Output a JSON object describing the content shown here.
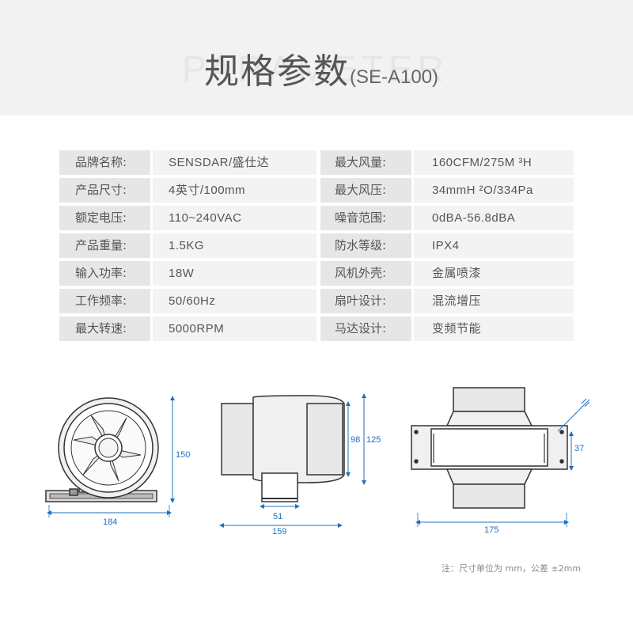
{
  "header": {
    "title": "规格参数",
    "model": "(SE-A100)",
    "watermark": "PARAMETER"
  },
  "specs": [
    {
      "label1": "品牌名称:",
      "value1": "SENSDAR/盛仕达",
      "label2": "最大风量:",
      "value2": "160CFM/275M ³H"
    },
    {
      "label1": "产品尺寸:",
      "value1": "4英寸/100mm",
      "label2": "最大风压:",
      "value2": "34mmH ²O/334Pa"
    },
    {
      "label1": "额定电压:",
      "value1": "110~240VAC",
      "label2": "噪音范围:",
      "value2": "0dBA-56.8dBA"
    },
    {
      "label1": "产品重量:",
      "value1": "1.5KG",
      "label2": "防水等级:",
      "value2": "IPX4"
    },
    {
      "label1": "输入功率:",
      "value1": "18W",
      "label2": "风机外壳:",
      "value2": "金属喷漆"
    },
    {
      "label1": "工作频率:",
      "value1": "50/60Hz",
      "label2": "扇叶设计:",
      "value2": "混流增压"
    },
    {
      "label1": "最大转速:",
      "value1": "5000RPM",
      "label2": "马达设计:",
      "value2": "变频节能"
    }
  ],
  "dimensions": {
    "front_width": "184",
    "front_height": "150",
    "side_length": "159",
    "side_outlet": "51",
    "side_inner_dia": "98",
    "side_outer_dia": "125",
    "top_length": "175",
    "bracket_height": "37"
  },
  "colors": {
    "dimension_line": "#1f6fbf",
    "label_bg": "#e6e6e6",
    "value_bg": "#f3f3f3"
  },
  "note": "注：尺寸单位为 mm，公差 ±2mm"
}
